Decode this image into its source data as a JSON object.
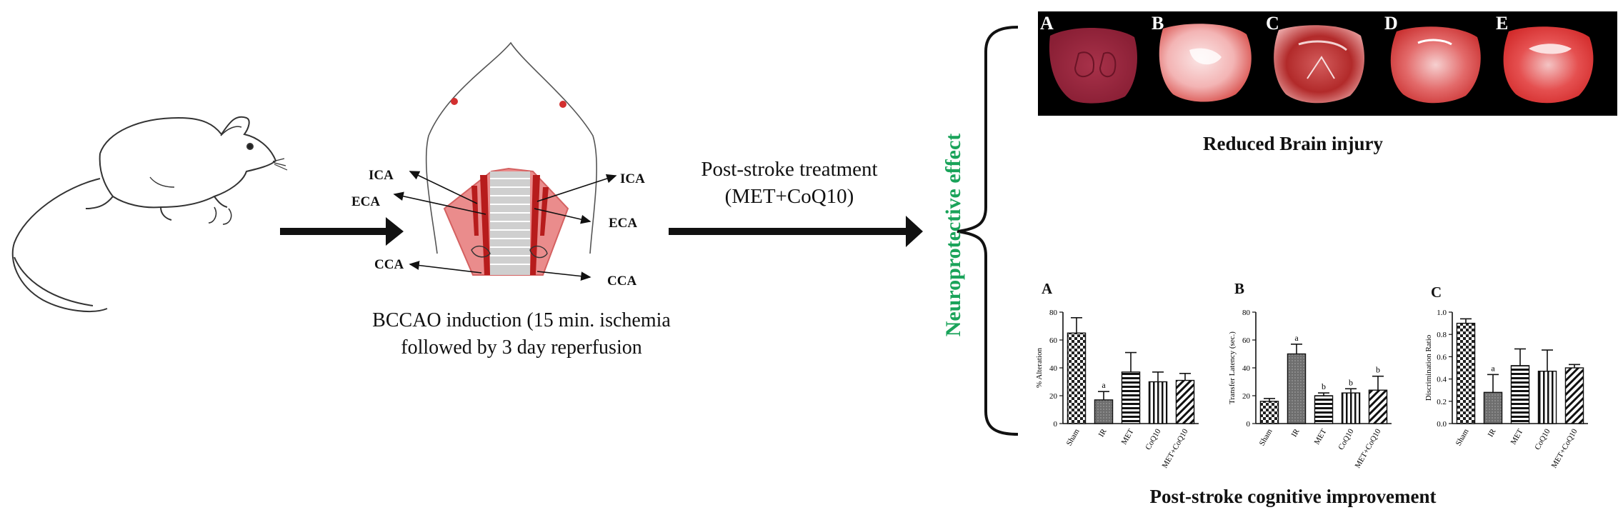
{
  "diagram": {
    "artery_labels": {
      "ica_left": "ICA",
      "eca_left": "ECA",
      "cca_left": "CCA",
      "ica_right": "ICA",
      "eca_right": "ECA",
      "cca_right": "CCA"
    },
    "procedure_caption_line1": "BCCAO induction (15 min. ischemia",
    "procedure_caption_line2": "followed by 3 day reperfusion",
    "treatment_line1": "Post-stroke treatment",
    "treatment_line2": "(MET+CoQ10)",
    "effect_label": "Neuroprotective effect",
    "brain_panel_letters": [
      "A",
      "B",
      "C",
      "D",
      "E"
    ],
    "brain_panel_title": "Reduced Brain injury",
    "cognitive_title": "Post-stroke cognitive improvement",
    "colors": {
      "effect_green": "#1aa35a",
      "infarct_red": "#e57373",
      "artery_dark_red": "#b71c1c"
    }
  },
  "chart_data": [
    {
      "type": "bar",
      "panel": "A",
      "ylabel": "% Alteration",
      "ylim": [
        0,
        80
      ],
      "yticks": [
        0,
        20,
        40,
        60,
        80
      ],
      "categories": [
        "Sham",
        "IR",
        "MET",
        "CoQ10",
        "MET+CoQ10"
      ],
      "values": [
        65,
        17,
        37,
        30,
        31
      ],
      "errors": [
        11,
        6,
        14,
        7,
        5
      ],
      "annotations": [
        "",
        "a",
        "",
        "",
        ""
      ]
    },
    {
      "type": "bar",
      "panel": "B",
      "ylabel": "Transfer Latency (sec.)",
      "ylim": [
        0,
        80
      ],
      "yticks": [
        0,
        20,
        40,
        60,
        80
      ],
      "categories": [
        "Sham",
        "IR",
        "MET",
        "CoQ10",
        "MET+CoQ10"
      ],
      "values": [
        16,
        50,
        20,
        22,
        24
      ],
      "errors": [
        2,
        7,
        2,
        3,
        10
      ],
      "annotations": [
        "",
        "a",
        "b",
        "b",
        "b"
      ]
    },
    {
      "type": "bar",
      "panel": "C",
      "ylabel": "Discrimination Ratio",
      "ylim": [
        0,
        1.0
      ],
      "yticks": [
        0.0,
        0.2,
        0.4,
        0.6,
        0.8,
        1.0
      ],
      "categories": [
        "Sham",
        "IR",
        "MET",
        "CoQ10",
        "MET+CoQ10"
      ],
      "values": [
        0.9,
        0.28,
        0.52,
        0.47,
        0.5
      ],
      "errors": [
        0.04,
        0.16,
        0.15,
        0.19,
        0.03
      ],
      "annotations": [
        "",
        "a",
        "",
        "",
        ""
      ]
    }
  ]
}
